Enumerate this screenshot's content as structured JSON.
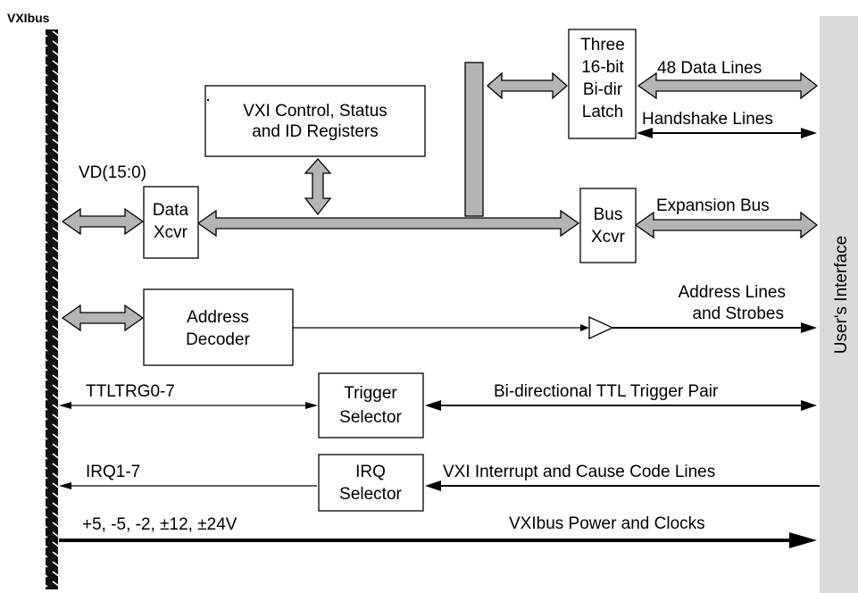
{
  "bus_label": "VXIbus",
  "interface_label": "User's Interface",
  "blocks": {
    "vxi_control": [
      "VXI Control, Status",
      "and ID Registers"
    ],
    "latch": [
      "Three",
      "16-bit",
      "Bi-dir",
      "Latch"
    ],
    "data_xcvr": [
      "Data",
      "Xcvr"
    ],
    "bus_xcvr": [
      "Bus",
      "Xcvr"
    ],
    "address_decoder": [
      "Address",
      "Decoder"
    ],
    "trigger_selector": [
      "Trigger",
      "Selector"
    ],
    "irq_selector": [
      "IRQ",
      "Selector"
    ]
  },
  "signals": {
    "data_lines": "48 Data Lines",
    "handshake_lines": "Handshake Lines",
    "vd": "VD(15:0)",
    "expansion_bus": "Expansion Bus",
    "address_lines": [
      "Address Lines",
      "and Strobes"
    ],
    "ttltrg": "TTLTRG0-7",
    "ttl_trigger_pair": "Bi-directional TTL Trigger Pair",
    "irq": "IRQ1-7",
    "vxi_interrupt": "VXI Interrupt and Cause Code Lines",
    "power_voltages": "+5, -5, -2, ±12, ±24V",
    "power_clocks": "VXIbus Power and Clocks"
  },
  "colors": {
    "bus_fill": "#b4b4b4",
    "interface_panel": "#d9d9d9",
    "line": "#000000",
    "box_fill": "#ffffff"
  }
}
